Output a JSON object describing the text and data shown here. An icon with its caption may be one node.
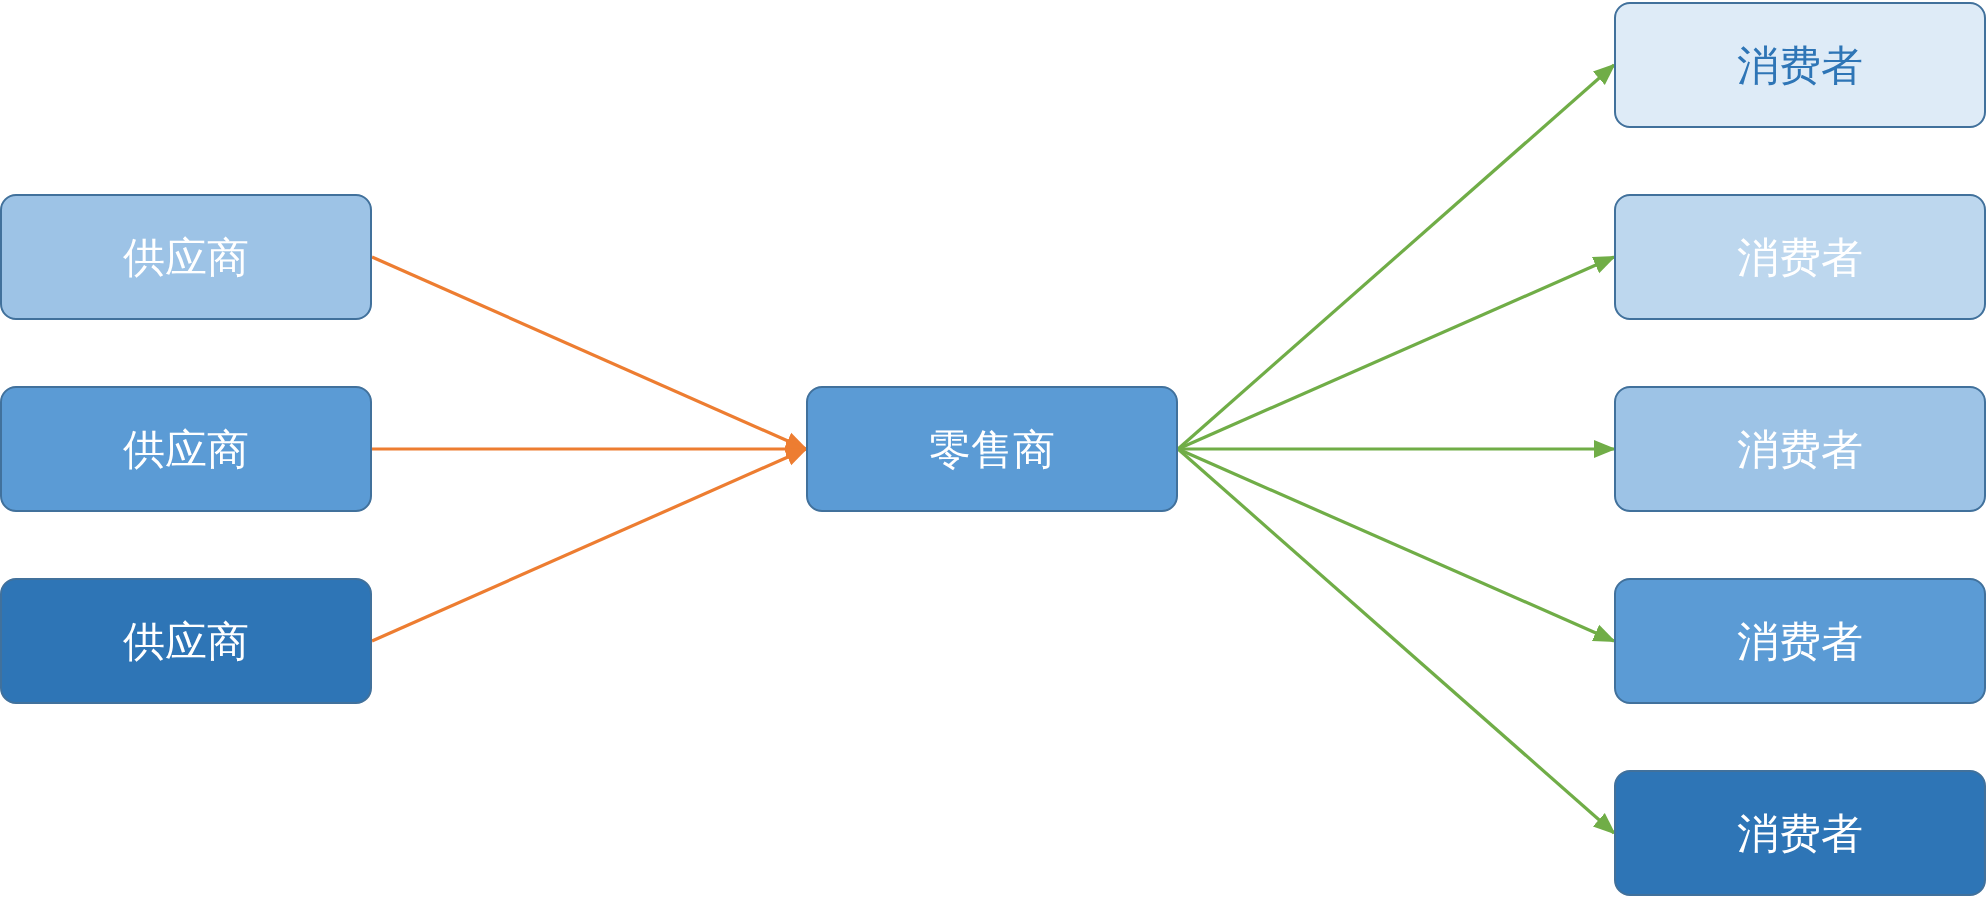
{
  "diagram": {
    "nodes": [
      {
        "text": [
          "供应商"
        ]
      },
      {
        "text": [
          "供应商"
        ]
      },
      {
        "text": [
          "供应商"
        ]
      },
      {
        "text": [
          "零售商"
        ]
      },
      {
        "text": [
          "消费者"
        ]
      },
      {
        "text": [
          "消费者"
        ]
      },
      {
        "text": [
          "消费者"
        ]
      },
      {
        "text": [
          "消费者"
        ]
      },
      {
        "text": [
          "消费者"
        ]
      }
    ],
    "edges": [
      {
        "from": 0,
        "to": 3,
        "arrow": "to",
        "color": "#ed7d31"
      },
      {
        "from": 1,
        "to": 3,
        "arrow": "to",
        "color": "#ed7d31"
      },
      {
        "from": 2,
        "to": 3,
        "arrow": "to",
        "color": "#ed7d31"
      },
      {
        "from": 3,
        "to": 4,
        "arrow": "to"
      },
      {
        "from": 3,
        "to": 5,
        "arrow": "to"
      },
      {
        "from": 3,
        "to": 6,
        "arrow": "to"
      },
      {
        "from": 3,
        "to": 7,
        "arrow": "to"
      },
      {
        "from": 3,
        "to": 8,
        "arrow": "to"
      }
    ]
  }
}
